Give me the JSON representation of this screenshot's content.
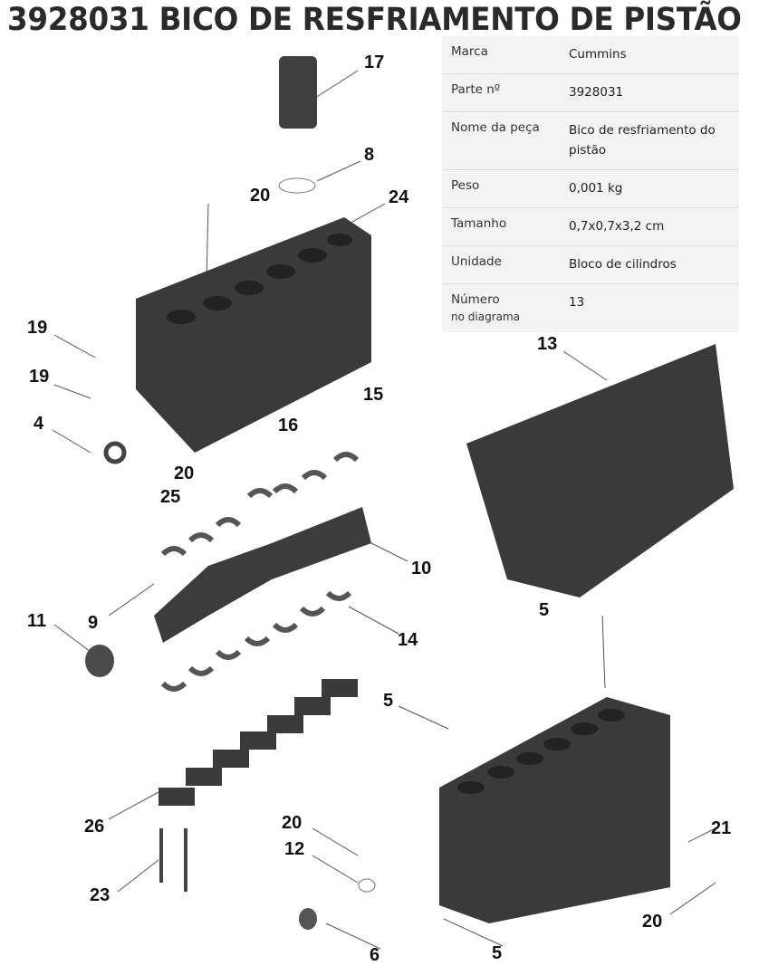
{
  "title": "3928031 BICO DE RESFRIAMENTO DE PISTÃO",
  "specs": [
    {
      "key": "Marca",
      "value": "Cummins"
    },
    {
      "key": "Parte nº",
      "value": "3928031"
    },
    {
      "key": "Nome da peça",
      "value": "Bico de resfriamento do pistão"
    },
    {
      "key": "Peso",
      "value": "0,001 kg"
    },
    {
      "key": "Tamanho",
      "value": "0,7x0,7x3,2 cm"
    },
    {
      "key": "Unidade",
      "value": "Bloco de cilindros"
    },
    {
      "key": "Número",
      "key_sub": "no diagrama",
      "value": "13"
    }
  ],
  "callouts": [
    "17",
    "8",
    "20",
    "24",
    "19",
    "19",
    "4",
    "20",
    "25",
    "16",
    "15",
    "10",
    "9",
    "11",
    "14",
    "13",
    "5",
    "5",
    "26",
    "23",
    "20",
    "12",
    "6",
    "5",
    "20",
    "21"
  ]
}
